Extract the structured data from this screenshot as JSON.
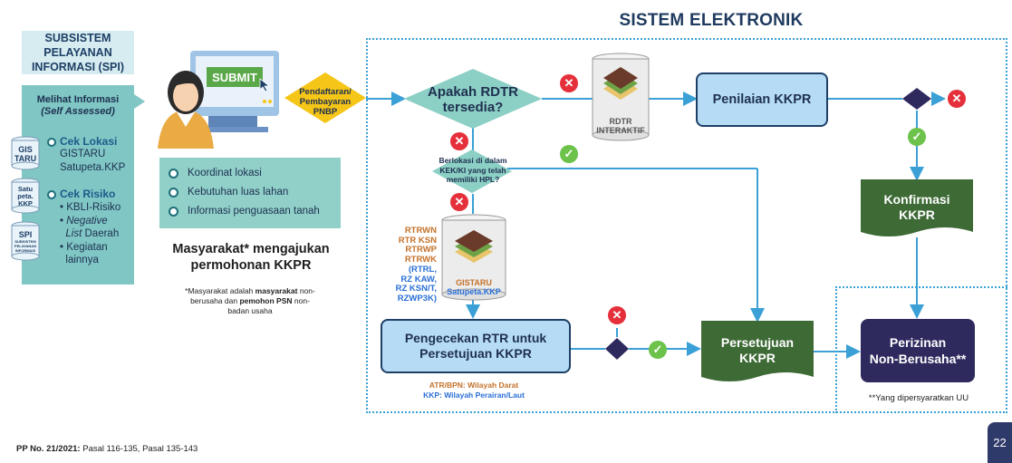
{
  "system_title": "SISTEM ELEKTRONIK",
  "spi_title_line1": "SUBSISTEM PELAYANAN",
  "spi_title_line2": "INFORMASI (SPI)",
  "info": {
    "heading": "Melihat Informasi",
    "subheading": "(Self Assessed)",
    "db1": {
      "line1": "GIS",
      "line2": "TARU"
    },
    "db2": {
      "line1": "Satu",
      "line2": "peta.",
      "line3": "KKP"
    },
    "db3": {
      "line1": "SPI",
      "line2": "SUBSISTEM PELAYANAN INFORMASI"
    },
    "cek_lokasi": "Cek Lokasi",
    "cek_lokasi_items": [
      "GISTARU",
      "Satupeta.KKP"
    ],
    "cek_risiko": "Cek Risiko",
    "cek_risiko_items": [
      "KBLI-Risiko",
      "Negative List Daerah",
      "Kegiatan lainnya"
    ],
    "negative": "Negative",
    "list_daerah_a": "List",
    "list_daerah_b": " Daerah",
    "kegiatan_a": "Kegiatan",
    "kegiatan_b": "lainnya"
  },
  "submit_label": "SUBMIT",
  "pendaftaran": {
    "line1": "Pendaftaran/",
    "line2": "Pembayaran",
    "line3": "PNBP"
  },
  "coord_items": [
    "Koordinat lokasi",
    "Kebutuhan luas lahan",
    "Informasi penguasaan tanah"
  ],
  "masyarakat_line1": "Masyarakat* mengajukan",
  "masyarakat_line2": "permohonan KKPR",
  "footnote_line1_a": "*Masyarakat adalah ",
  "footnote_line1_b": "masyarakat",
  "footnote_line1_c": " non-",
  "footnote_line2_a": "berusaha dan ",
  "footnote_line2_b": "pemohon PSN",
  "footnote_line2_c": " non-",
  "footnote_line3": "badan usaha",
  "rdtr_question": {
    "line1": "Apakah RDTR",
    "line2": "tersedia?"
  },
  "kek_question": {
    "line1": "Berlokasi di dalam",
    "line2": "KEK/KI yang telah",
    "line3": "memiliki HPL?"
  },
  "rdtr_db": {
    "line1": "RDTR",
    "line2": "INTERAKTIF"
  },
  "gistaru_db": {
    "line1": "GISTARU",
    "line2": "Satupeta.KKP"
  },
  "rtr_list_orange": [
    "RTRWN",
    "RTR KSN",
    "RTRWP",
    "RTRWK"
  ],
  "rtr_list_blue": [
    "(RTRL,",
    "RZ KAW,",
    "RZ KSN/T,",
    "RZWP3K)"
  ],
  "penilaian": "Penilaian KKPR",
  "konfirmasi": {
    "line1": "Konfirmasi",
    "line2": "KKPR"
  },
  "pengecekan": {
    "line1": "Pengecekan RTR untuk",
    "line2": "Persetujuan KKPR"
  },
  "persetujuan": {
    "line1": "Persetujuan",
    "line2": "KKPR"
  },
  "perizinan": {
    "line1": "Perizinan",
    "line2": "Non-Berusaha**"
  },
  "yang_dipersyaratkan": "**Yang dipersyaratkan UU",
  "atr_bpn": "ATR/BPN: Wilayah Darat",
  "kkp_laut": "KKP: Wilayah Perairan/Laut",
  "legal_ref_bold": "PP No. 21/2021:",
  "legal_ref": " Pasal 116-135, Pasal 135-143",
  "page_number": "22",
  "colors": {
    "navy": "#1e3f66",
    "teal": "#7fc6c4",
    "green_doc": "#3d6a35",
    "light_blue": "#b6dcf5",
    "yellow": "#f5c518",
    "dark_purple": "#2e2a5e",
    "arrow_blue": "#3aa0d6"
  }
}
